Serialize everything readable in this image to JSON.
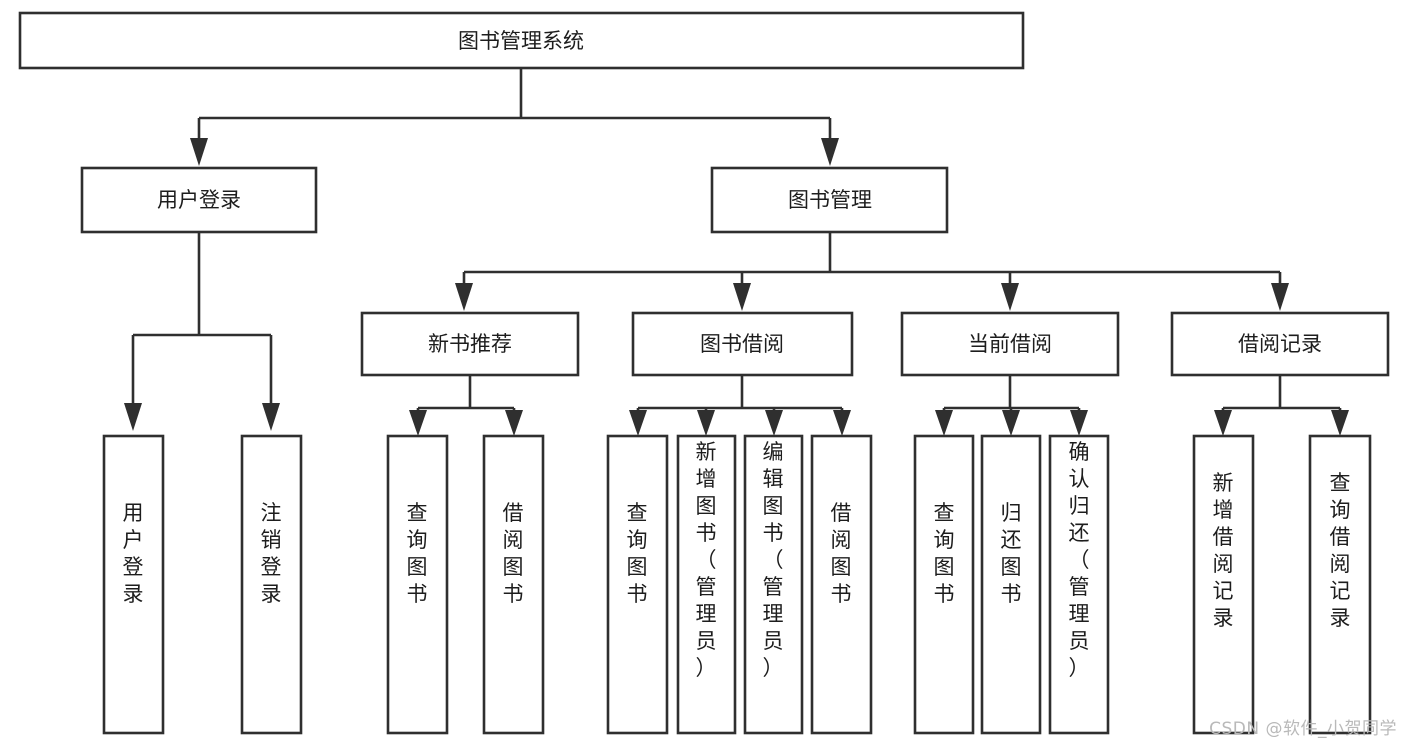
{
  "diagram": {
    "title": "图书管理系统",
    "type": "tree-hierarchy",
    "watermark": "CSDN @软件_小贺同学",
    "colors": {
      "stroke": "#2f2f2f",
      "box_fill": "#ffffff",
      "text": "#1d1d1d",
      "background": "#ffffff",
      "watermark": "#b9b9b9"
    },
    "nodes": {
      "root": {
        "label": "图书管理系统",
        "orientation": "horizontal"
      },
      "level2": [
        {
          "id": "user-login",
          "label": "用户登录",
          "orientation": "horizontal"
        },
        {
          "id": "book-management",
          "label": "图书管理",
          "orientation": "horizontal"
        }
      ],
      "level3": [
        {
          "id": "new-book-recommend",
          "label": "新书推荐",
          "orientation": "horizontal"
        },
        {
          "id": "book-borrow",
          "label": "图书借阅",
          "orientation": "horizontal"
        },
        {
          "id": "current-borrow",
          "label": "当前借阅",
          "orientation": "horizontal"
        },
        {
          "id": "borrow-record",
          "label": "借阅记录",
          "orientation": "horizontal"
        }
      ],
      "leaves": [
        {
          "id": "leaf-user-login",
          "label": "用户登录",
          "parent": "user-login",
          "orientation": "vertical"
        },
        {
          "id": "leaf-logout-login",
          "label": "注销登录",
          "parent": "user-login",
          "orientation": "vertical"
        },
        {
          "id": "leaf-query-book-1",
          "label": "查询图书",
          "parent": "new-book-recommend",
          "orientation": "vertical"
        },
        {
          "id": "leaf-borrow-book-1",
          "label": "借阅图书",
          "parent": "new-book-recommend",
          "orientation": "vertical"
        },
        {
          "id": "leaf-query-book-2",
          "label": "查询图书",
          "parent": "book-borrow",
          "orientation": "vertical"
        },
        {
          "id": "leaf-add-book",
          "label": "新增图书（管理员）",
          "parent": "book-borrow",
          "orientation": "vertical"
        },
        {
          "id": "leaf-edit-book",
          "label": "编辑图书（管理员）",
          "parent": "book-borrow",
          "orientation": "vertical"
        },
        {
          "id": "leaf-borrow-book-2",
          "label": "借阅图书",
          "parent": "book-borrow",
          "orientation": "vertical"
        },
        {
          "id": "leaf-query-book-3",
          "label": "查询图书",
          "parent": "current-borrow",
          "orientation": "vertical"
        },
        {
          "id": "leaf-return-book",
          "label": "归还图书",
          "parent": "current-borrow",
          "orientation": "vertical"
        },
        {
          "id": "leaf-confirm-return",
          "label": "确认归还（管理员）",
          "parent": "current-borrow",
          "orientation": "vertical"
        },
        {
          "id": "leaf-add-record",
          "label": "新增借阅记录",
          "parent": "borrow-record",
          "orientation": "vertical"
        },
        {
          "id": "leaf-query-record",
          "label": "查询借阅记录",
          "parent": "borrow-record",
          "orientation": "vertical"
        }
      ]
    }
  }
}
